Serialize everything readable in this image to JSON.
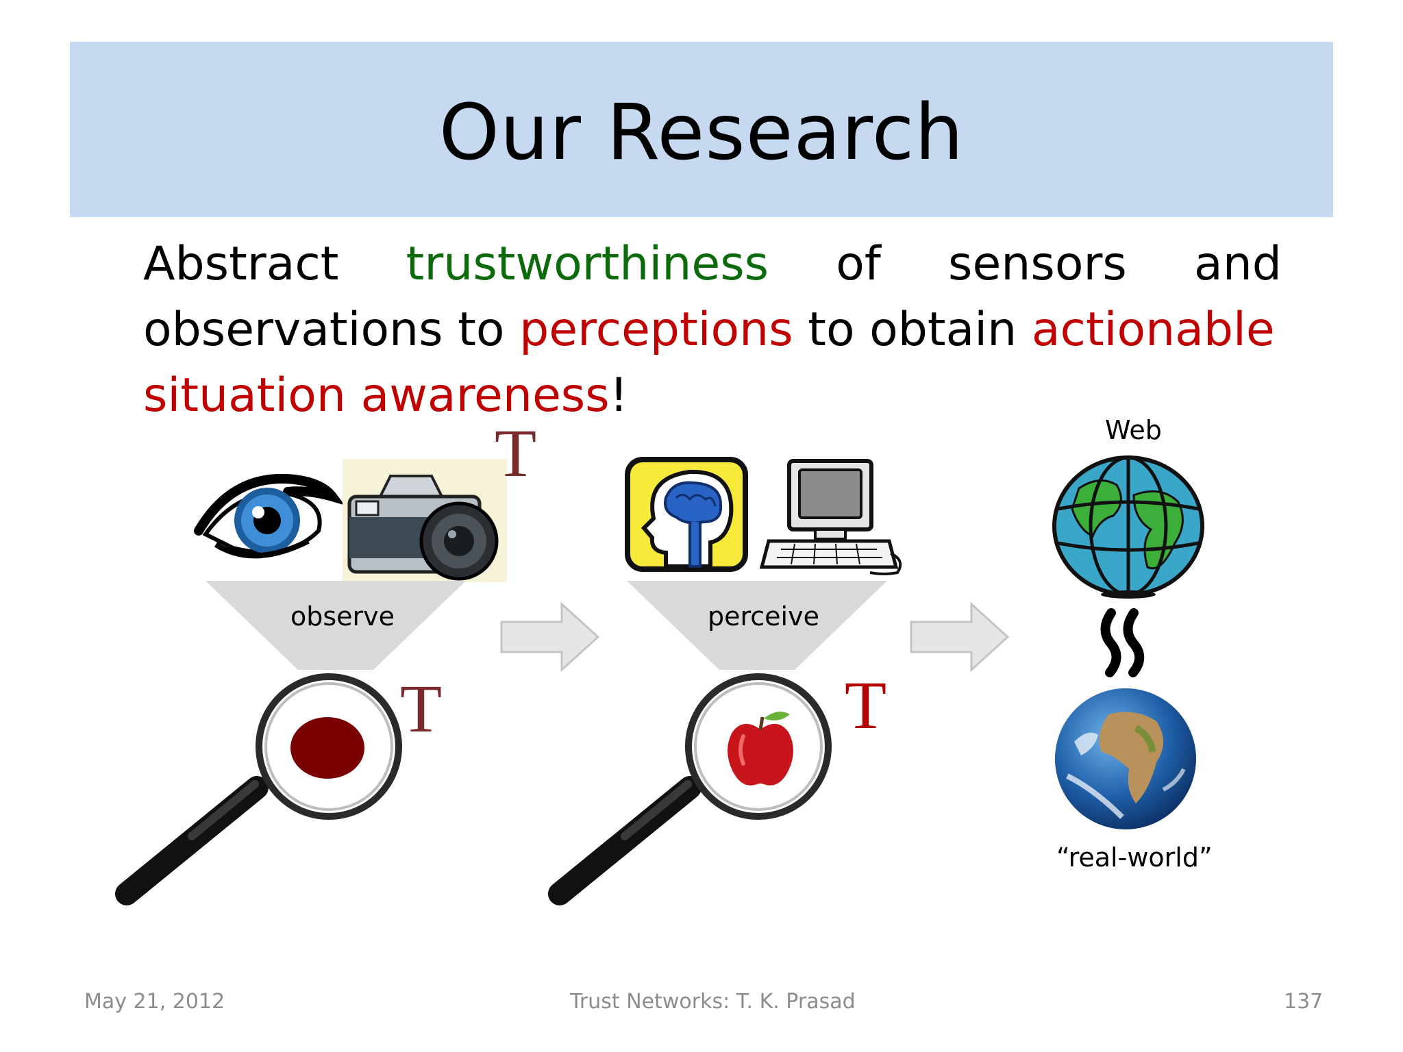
{
  "slide": {
    "title": "Our Research",
    "body": {
      "w1": "Abstract",
      "w2": "trustworthiness",
      "w3": "of",
      "w4": "sensors",
      "w5": "and",
      "w6": "observations",
      "w7": "to",
      "w8": "perceptions",
      "w9": "to obtain",
      "w10": "actionable",
      "w11": "situation awareness",
      "w12": "!"
    },
    "colors": {
      "title_band": "#c6d9f1",
      "trust_word": "#0b6b0b",
      "highlight": "#c00000",
      "t_marker": "#7a2a2a"
    }
  },
  "diagram": {
    "observe_label": "observe",
    "perceive_label": "perceive",
    "web_label": "Web",
    "real_world_label": "“real-world”",
    "approx_symbol": "≀",
    "t_marker": "T",
    "icons": [
      "eye-icon",
      "camera-icon",
      "brain-head-icon",
      "computer-icon",
      "magnifier-icon",
      "red-dot-icon",
      "apple-icon",
      "arrow-right-icon",
      "web-globe-icon",
      "earth-icon"
    ]
  },
  "footer": {
    "date": "May 21, 2012",
    "center": "Trust Networks: T. K. Prasad",
    "page": "137"
  }
}
